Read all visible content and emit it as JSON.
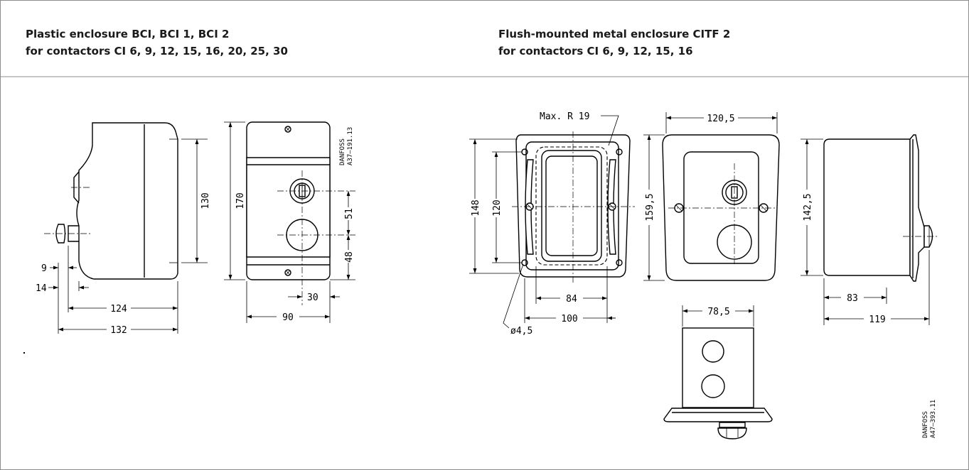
{
  "headings": {
    "left": {
      "line1": "Plastic enclosure BCI, BCI 1, BCI 2",
      "line2": "for contactors CI 6, 9, 12, 15, 16, 20, 25, 30"
    },
    "right": {
      "line1": "Flush-mounted metal enclosure CITF 2",
      "line2": "for contactors CI 6, 9, 12, 15, 16"
    }
  },
  "left_drawing": {
    "dims": {
      "height_130": "130",
      "height_170": "170",
      "spacing_51": "51",
      "spacing_48": "48",
      "offset_30": "30",
      "width_90": "90",
      "button_9": "9",
      "button_14": "14",
      "depth_124": "124",
      "depth_132": "132"
    },
    "reference": {
      "line1": "DANFOSS",
      "line2": "A37–191.13"
    }
  },
  "right_drawing": {
    "dims": {
      "max_radius": "Max. R 19",
      "height_148": "148",
      "height_120": "120",
      "width_84": "84",
      "width_100": "100",
      "hole_dia": "ø4,5",
      "width_120_5": "120,5",
      "height_159_5": "159,5",
      "height_142_5": "142,5",
      "depth_83": "83",
      "depth_119": "119",
      "width_78_5": "78,5"
    },
    "reference": {
      "line1": "DANFOSS",
      "line2": "A47–393.11"
    }
  },
  "colors": {
    "line": "#000000",
    "frame": "#8c8c8c",
    "background": "#ffffff"
  }
}
